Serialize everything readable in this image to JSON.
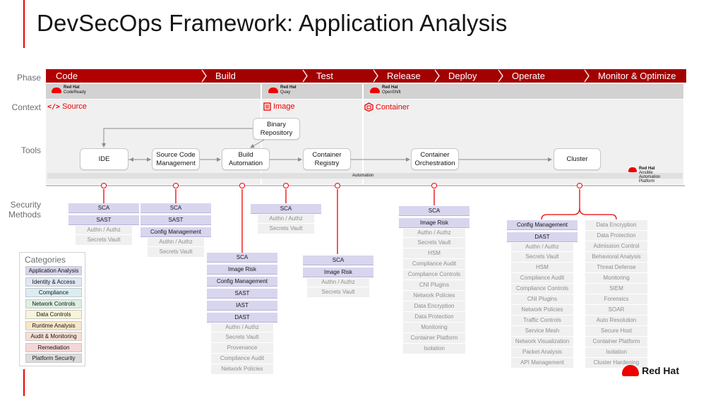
{
  "title": "DevSecOps Framework: Application Analysis",
  "rows": {
    "phase": "Phase",
    "context": "Context",
    "tools": "Tools",
    "security": "Security Methods"
  },
  "phases": [
    "Code",
    "Build",
    "Test",
    "Release",
    "Deploy",
    "Operate",
    "Monitor & Optimize"
  ],
  "logos": {
    "codeready": {
      "brand": "Red Hat",
      "product": "CodeReady"
    },
    "quay": {
      "brand": "Red Hat",
      "product": "Quay"
    },
    "openshift": {
      "brand": "Red Hat",
      "product": "OpenShift"
    },
    "ansible": {
      "brand": "Red Hat",
      "product": "Ansible Automation Platform"
    }
  },
  "contexts": {
    "source": "Source",
    "image": "Image",
    "container": "Container"
  },
  "tools": {
    "binary_repo": "Binary Repository",
    "ide": "IDE",
    "scm": "Source Code Management",
    "build": "Build Automation",
    "registry": "Container Registry",
    "orchestration": "Container Orchestration",
    "cluster": "Cluster",
    "automation": "Automation"
  },
  "security": {
    "ide": {
      "headers": [
        "SCA",
        "SAST"
      ],
      "extras": [
        "Authn / Authz",
        "Secrets Vault"
      ]
    },
    "scm": {
      "headers": [
        "SCA",
        "SAST",
        "Config Management"
      ],
      "extras": [
        "Authn / Authz",
        "Secrets Vault"
      ]
    },
    "build": {
      "headers": [
        "SCA",
        "Image Risk",
        "Config Management",
        "SAST",
        "IAST",
        "DAST"
      ],
      "extras": [
        "Authn / Authz",
        "Secrets Vault",
        "Provenance",
        "Compliance Audit",
        "Network Policies"
      ]
    },
    "binary": {
      "headers": [
        "SCA"
      ],
      "extras": [
        "Authn / Authz",
        "Secrets Vault"
      ]
    },
    "registry": {
      "headers": [
        "SCA",
        "Image Risk"
      ],
      "extras": [
        "Authn / Authz",
        "Secrets Vault"
      ]
    },
    "orchestration": {
      "headers": [
        "SCA",
        "Image Risk"
      ],
      "extras": [
        "Authn / Authz",
        "Secrets Vault",
        "HSM",
        "Compliance Audit",
        "Compliance Controls",
        "CNI Plugins",
        "Network Policies",
        "Data Encryption",
        "Data Protection",
        "Monitoring",
        "Container Platform",
        "Isolation"
      ]
    },
    "cluster_a": {
      "headers": [
        "Config Management",
        "DAST"
      ],
      "extras": [
        "Authn / Authz",
        "Secrets Vault",
        "HSM",
        "Compliance Audit",
        "Compliance Controls",
        "CNI Plugins",
        "Network Policies",
        "Traffic Controls",
        "Service Mesh",
        "Network Visualization",
        "Packet Analysis",
        "API Management"
      ]
    },
    "cluster_b": {
      "extras": [
        "Data Encryption",
        "Data Protection",
        "Admission Control",
        "Behavioral Analysis",
        "Threat Defense",
        "Monitoring",
        "SIEM",
        "Forensics",
        "SOAR",
        "Auto Resolution",
        "Secure Host",
        "Container Platform",
        "Isolation",
        "Cluster Hardening"
      ]
    }
  },
  "categories": {
    "title": "Categories",
    "items": [
      {
        "label": "Application Analysis",
        "color": "#d8d5ee"
      },
      {
        "label": "Identity & Access",
        "color": "#dde7f5"
      },
      {
        "label": "Compliance",
        "color": "#d9eef4"
      },
      {
        "label": "Network Controls",
        "color": "#dcefe0"
      },
      {
        "label": "Data Controls",
        "color": "#f7f5d6"
      },
      {
        "label": "Runtime Analysis",
        "color": "#f9e6c8"
      },
      {
        "label": "Audit & Monitoring",
        "color": "#f7dfd2"
      },
      {
        "label": "Remediation",
        "color": "#f4d6d6"
      },
      {
        "label": "Platform Security",
        "color": "#dcdcdc"
      }
    ]
  },
  "brand": "Red Hat"
}
